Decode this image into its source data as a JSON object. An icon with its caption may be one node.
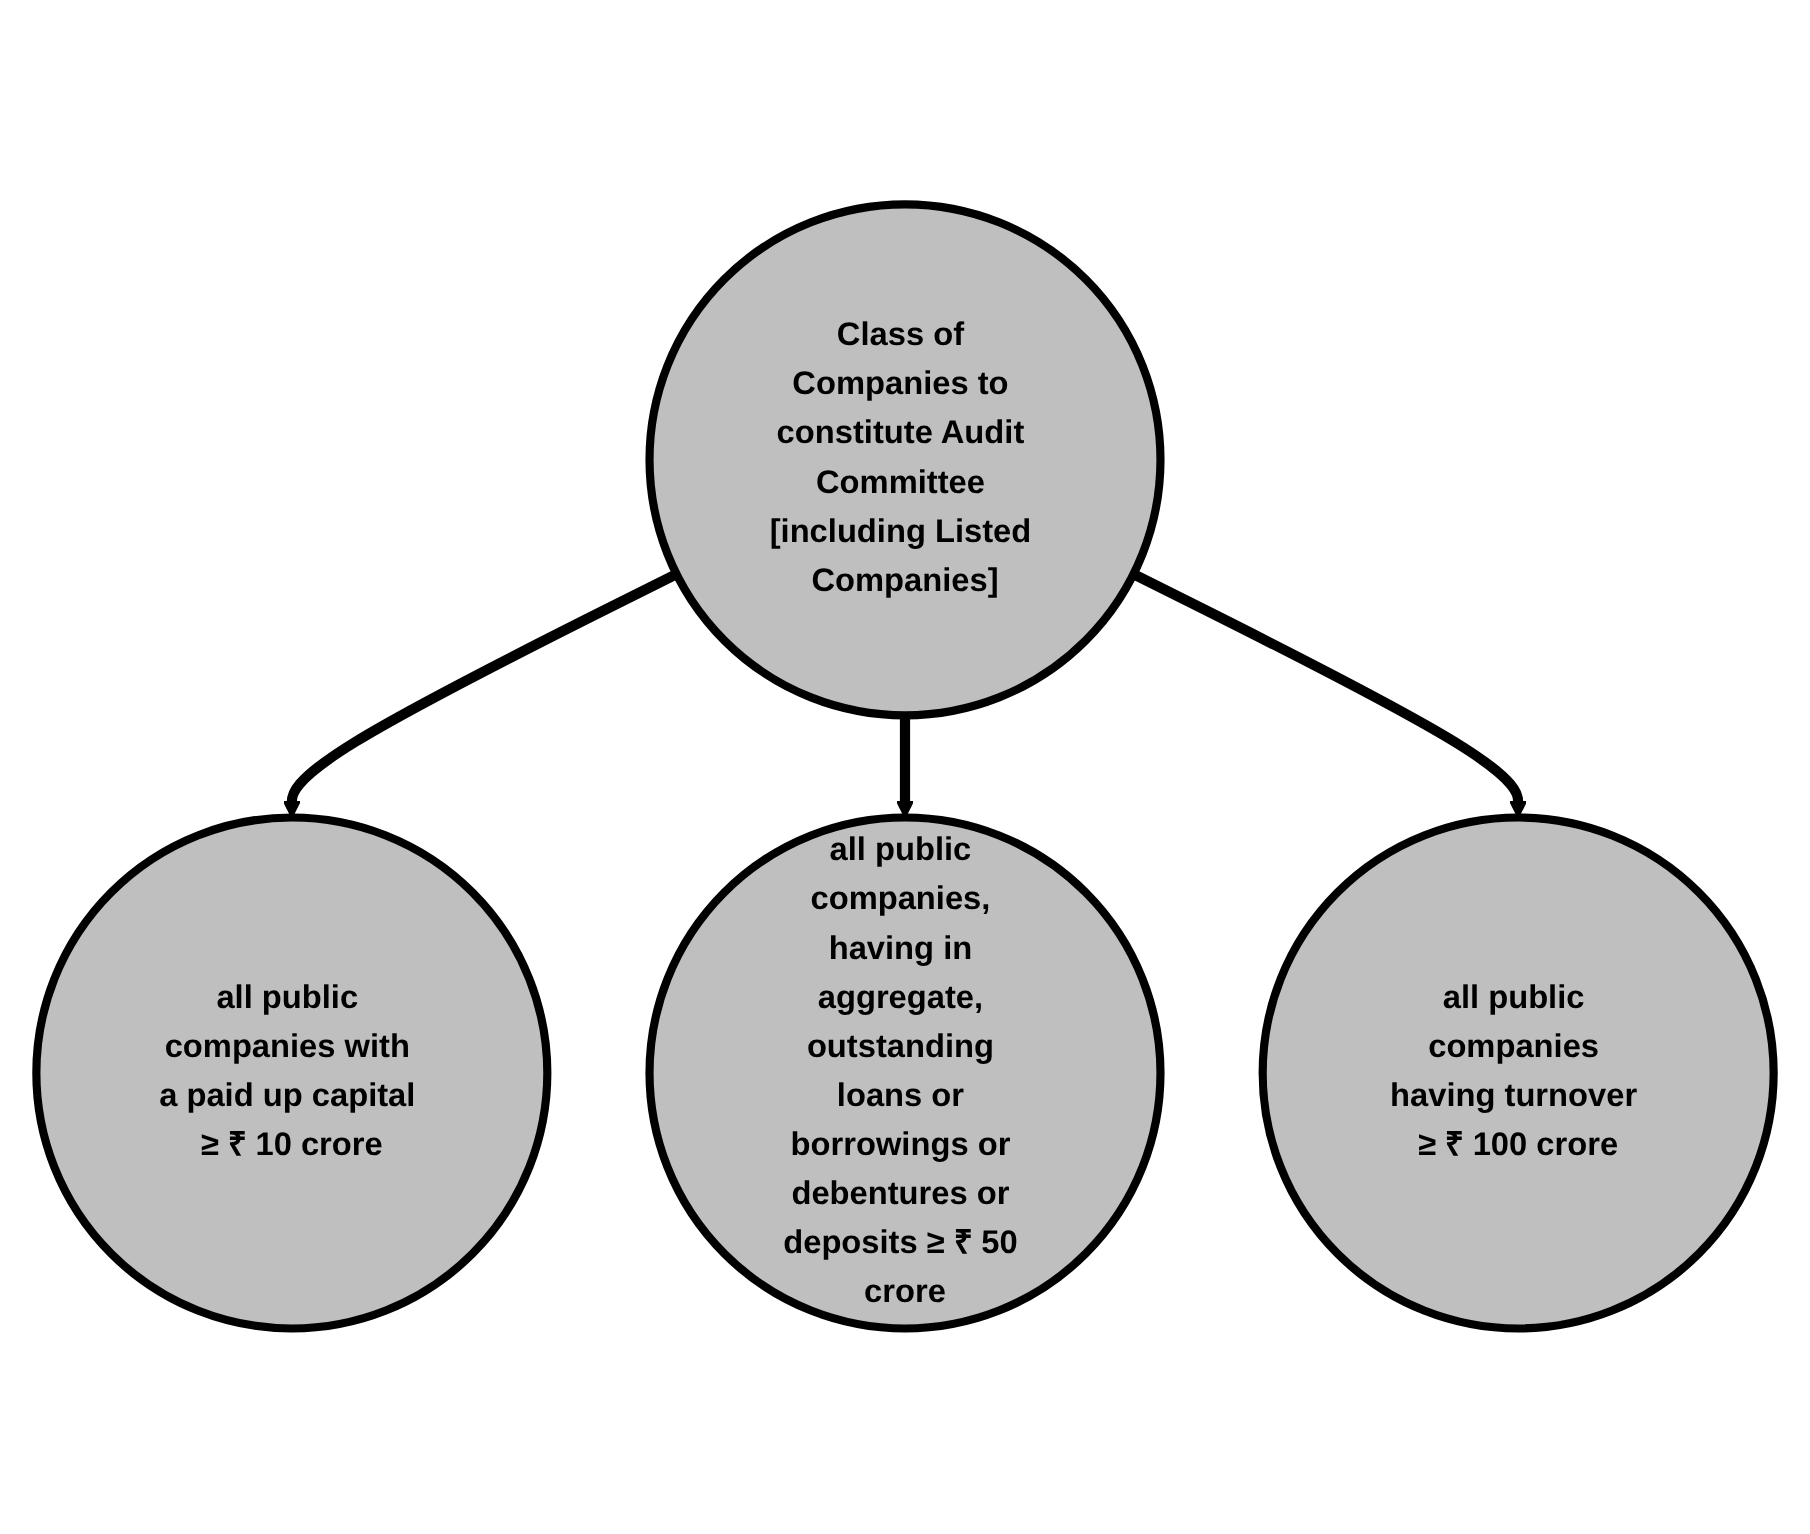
{
  "diagram": {
    "nodes": [
      {
        "text": [
          "all public companies with a paid up capital ≥ ₹ 10 crore"
        ]
      },
      {
        "text": [
          "Class of Companies to constitute Audit Committee [including Listed Companies]"
        ]
      },
      {
        "text": [
          "all public companies, having in aggregate, outstanding loans or borrowings or debentures or deposits ≥ ₹ 50 crore"
        ]
      },
      {
        "text": [
          "all public companies having turnover ≥ ₹ 100 crore"
        ]
      }
    ],
    "edges": [
      {
        "from": 1,
        "to": 0,
        "arrow": "to"
      },
      {
        "from": 1,
        "to": 2,
        "arrow": "to"
      },
      {
        "from": 1,
        "to": 3,
        "arrow": "to"
      }
    ]
  }
}
